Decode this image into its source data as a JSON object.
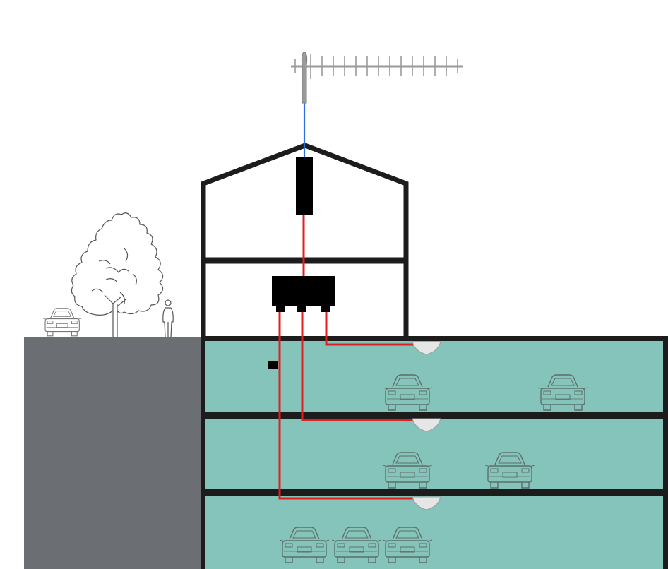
{
  "colors": {
    "background": "#ffffff",
    "ground": "#6b6e73",
    "parking_fill": "#85c4ba",
    "structure": "#1c1c1c",
    "signal_cable": "#e02020",
    "antenna_feed": "#2a6fdb",
    "antenna": "#9a9a9a",
    "outline_drawing": "#555555",
    "car_outline": "#6a7d79",
    "ceiling_antenna": "#e6e6e6"
  },
  "icons": {
    "antenna": "yagi-antenna-icon",
    "amplifier": "repeater-icon",
    "splitter": "splitter-icon",
    "ceiling_antenna": "dome-antenna-icon",
    "car": "car-icon",
    "tree": "tree-icon",
    "person": "person-icon",
    "wall_unit": "wall-unit-icon"
  },
  "scene": {
    "parking_levels": [
      {
        "cars": 2
      },
      {
        "cars": 2
      },
      {
        "cars": 3
      }
    ],
    "street_cars": 1,
    "splitter_outputs": 3
  }
}
